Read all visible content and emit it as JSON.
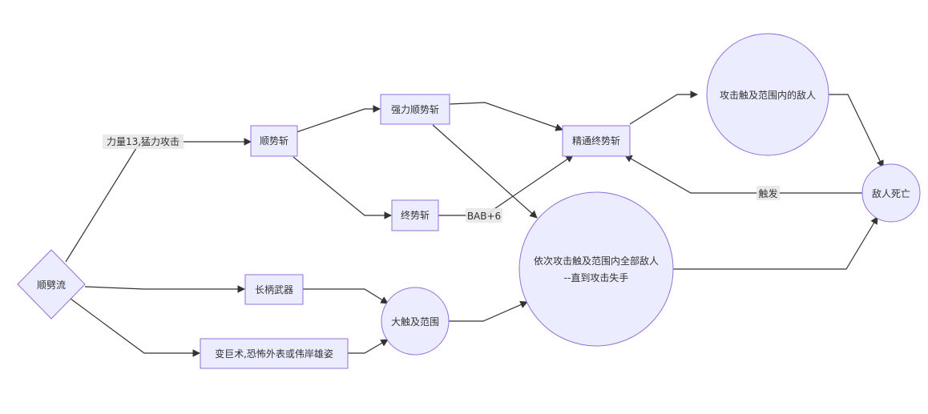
{
  "nodes": {
    "shunpi": {
      "label": "顺劈流"
    },
    "shunshi": {
      "label": "顺势斩"
    },
    "qiangli": {
      "label": "强力顺势斩"
    },
    "zhongshi": {
      "label": "终势斩"
    },
    "jingtong": {
      "label": "精通终势斩"
    },
    "gongji_enemy": {
      "label": "攻击触及范围内的敌人"
    },
    "diren_siwang": {
      "label": "敌人死亡"
    },
    "changbing": {
      "label": "长柄武器"
    },
    "bianju": {
      "label": "变巨术,恐怖外表或伟岸雄姿"
    },
    "dachuji": {
      "label": "大触及范围"
    },
    "yici": {
      "label_line1": "依次攻击触及范围内全部敌人",
      "label_line2": "--直到攻击失手"
    }
  },
  "edge_labels": {
    "strength": "力量13,猛力攻击",
    "bab": "BAB+6",
    "trigger": "触发"
  },
  "colors": {
    "node_fill": "#ececff",
    "node_stroke": "#9370db",
    "edge": "#333333",
    "label_bg": "#e8e8e8"
  }
}
